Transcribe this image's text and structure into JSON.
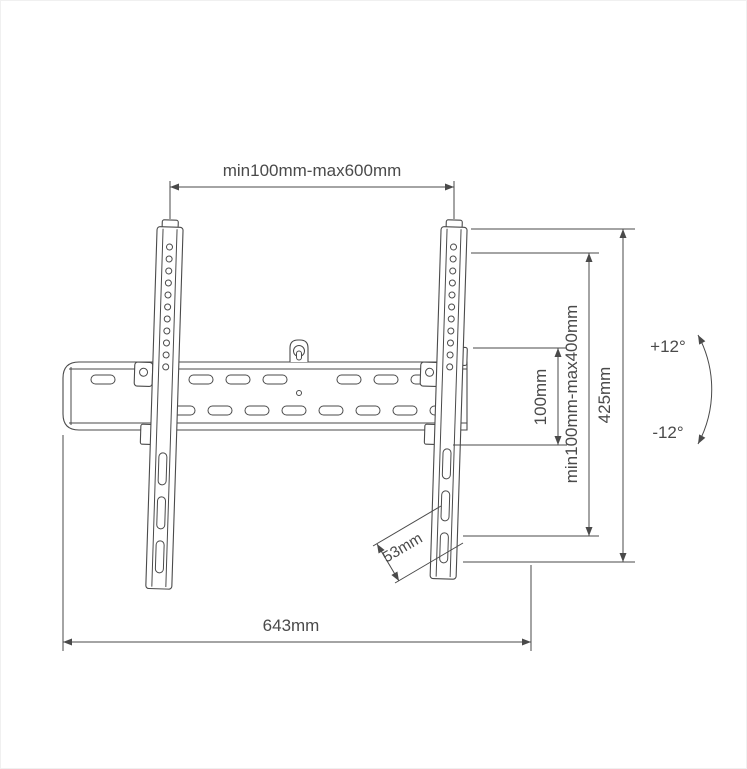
{
  "diagram": {
    "type": "technical-drawing",
    "subject": "tilting-tv-wall-mount-dimension-drawing",
    "labels": {
      "vesa_width_range": "min100mm-max600mm",
      "vesa_height_range": "min100mm-max400mm",
      "bracket_height": "425mm",
      "plate_height": "100mm",
      "depth": "53mm",
      "total_width": "643mm",
      "tilt_up": "+12°",
      "tilt_down": "-12°"
    },
    "colors": {
      "line": "#4a4a4a",
      "background": "#ffffff"
    }
  }
}
